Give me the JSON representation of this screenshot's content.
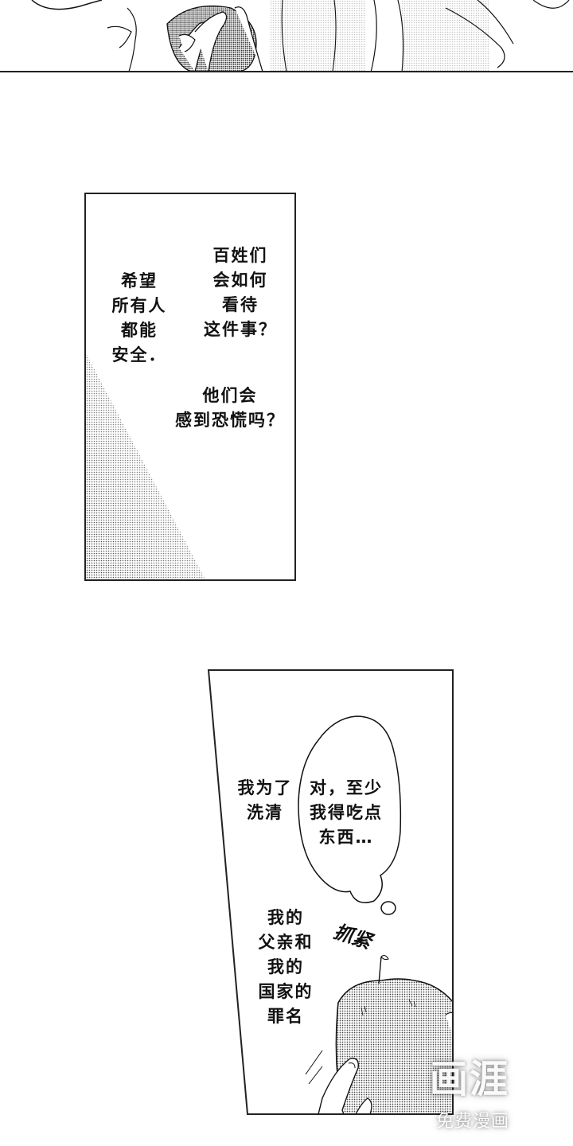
{
  "page": {
    "type": "manga-page",
    "background_color": "#ffffff",
    "ink_color": "#111111"
  },
  "panel_top": {
    "description": "bottom of previous panel: figure holding an apple with both hands"
  },
  "panel_narration": {
    "left_caption": "希望\n所有人\n都能\n安全．",
    "right_caption_1": "百姓们\n会如何\n看待\n这件事？",
    "right_caption_2": "他们会\n感到恐慌吗？"
  },
  "panel_apple": {
    "left_caption_1": "我为了\n洗清",
    "thought_bubble": "对，至少\n我得吃点\n东西…",
    "left_caption_2": "我的\n父亲和\n我的\n国家的\n罪名",
    "sound_effect": "抓紧"
  },
  "watermark": {
    "logo": "画涯",
    "subtitle": "免费漫画"
  }
}
